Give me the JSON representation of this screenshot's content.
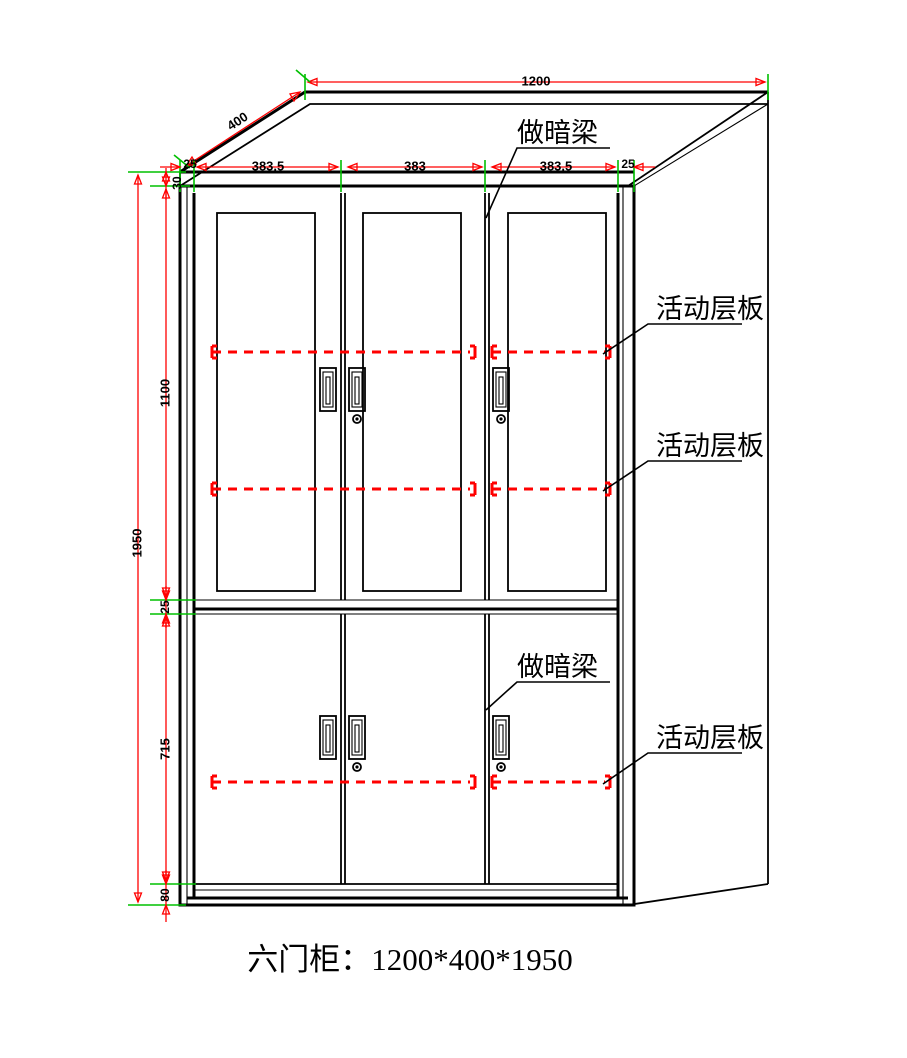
{
  "drawing": {
    "title": "六门柜：1200*400*1950",
    "type": "cabinet-elevation-technical-drawing"
  },
  "dimensions": {
    "overall_width": "1200",
    "depth": "400",
    "overall_height": "1950",
    "top_panel_thickness": "30",
    "side_left": "25",
    "side_right": "25",
    "door_left": "383,5",
    "door_middle": "383",
    "door_right": "383,5",
    "upper_section_height": "1100",
    "mid_divider": "25",
    "lower_section_height": "715",
    "base_height": "80"
  },
  "annotations": {
    "beam_top": "做暗梁",
    "beam_lower": "做暗梁",
    "shelf_1": "活动层板",
    "shelf_2": "活动层板",
    "shelf_3": "活动层板"
  },
  "colors": {
    "dimension": "#ff0000",
    "extension": "#00c000",
    "outline": "#000000",
    "shelf": "#ff0000",
    "background": "#ffffff"
  }
}
